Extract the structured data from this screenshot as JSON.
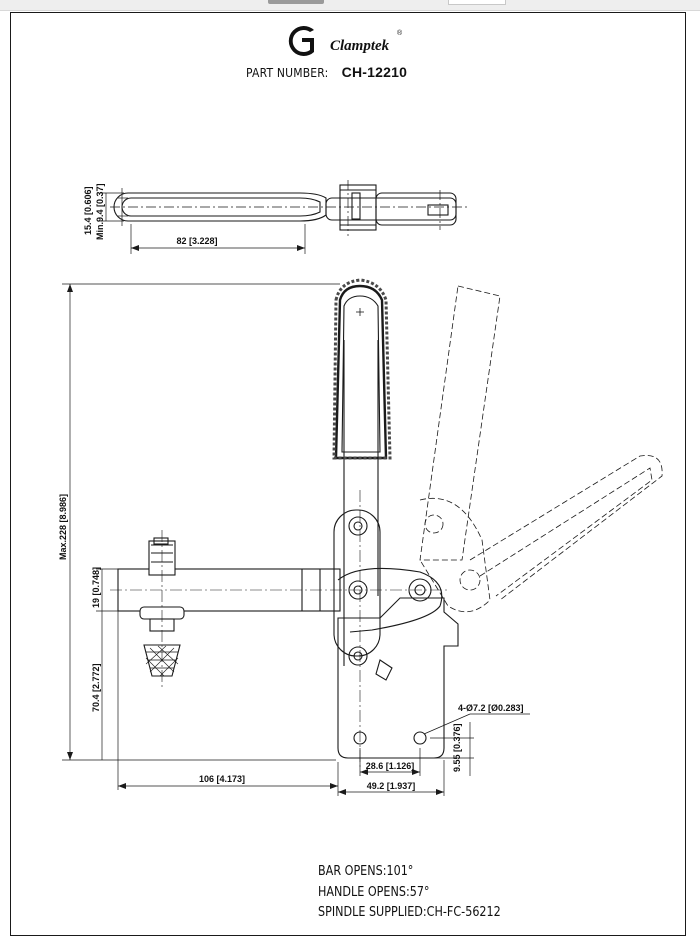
{
  "brand": {
    "name": "Clamptek",
    "registered_mark": "®"
  },
  "part": {
    "label": "PART NUMBER:",
    "value": "CH-12210"
  },
  "dimensions": {
    "top_width": "82 [3.228]",
    "top_max_thickness": "15.4 [0.606]",
    "top_min_thickness": "Min.9.4 [0.37]",
    "overall_height": "Max.228 [8.986]",
    "bar_height": "19 [0.748]",
    "base_height": "70.4 [2.772]",
    "spindle_reach": "106 [4.173]",
    "hole_spacing": "28.6 [1.126]",
    "base_width": "49.2 [1.937]",
    "hole_spec": "4-Ø7.2 [Ø0.283]",
    "hole_offset": "9.55 [0.376]"
  },
  "notes": {
    "bar_opens": "BAR OPENS:101°",
    "handle_opens": "HANDLE OPENS:57°",
    "spindle": "SPINDLE SUPPLIED:CH-FC-56212"
  },
  "colors": {
    "line": "#1a1a1a",
    "rubber": "#4a4a4a",
    "bg": "#ffffff"
  }
}
